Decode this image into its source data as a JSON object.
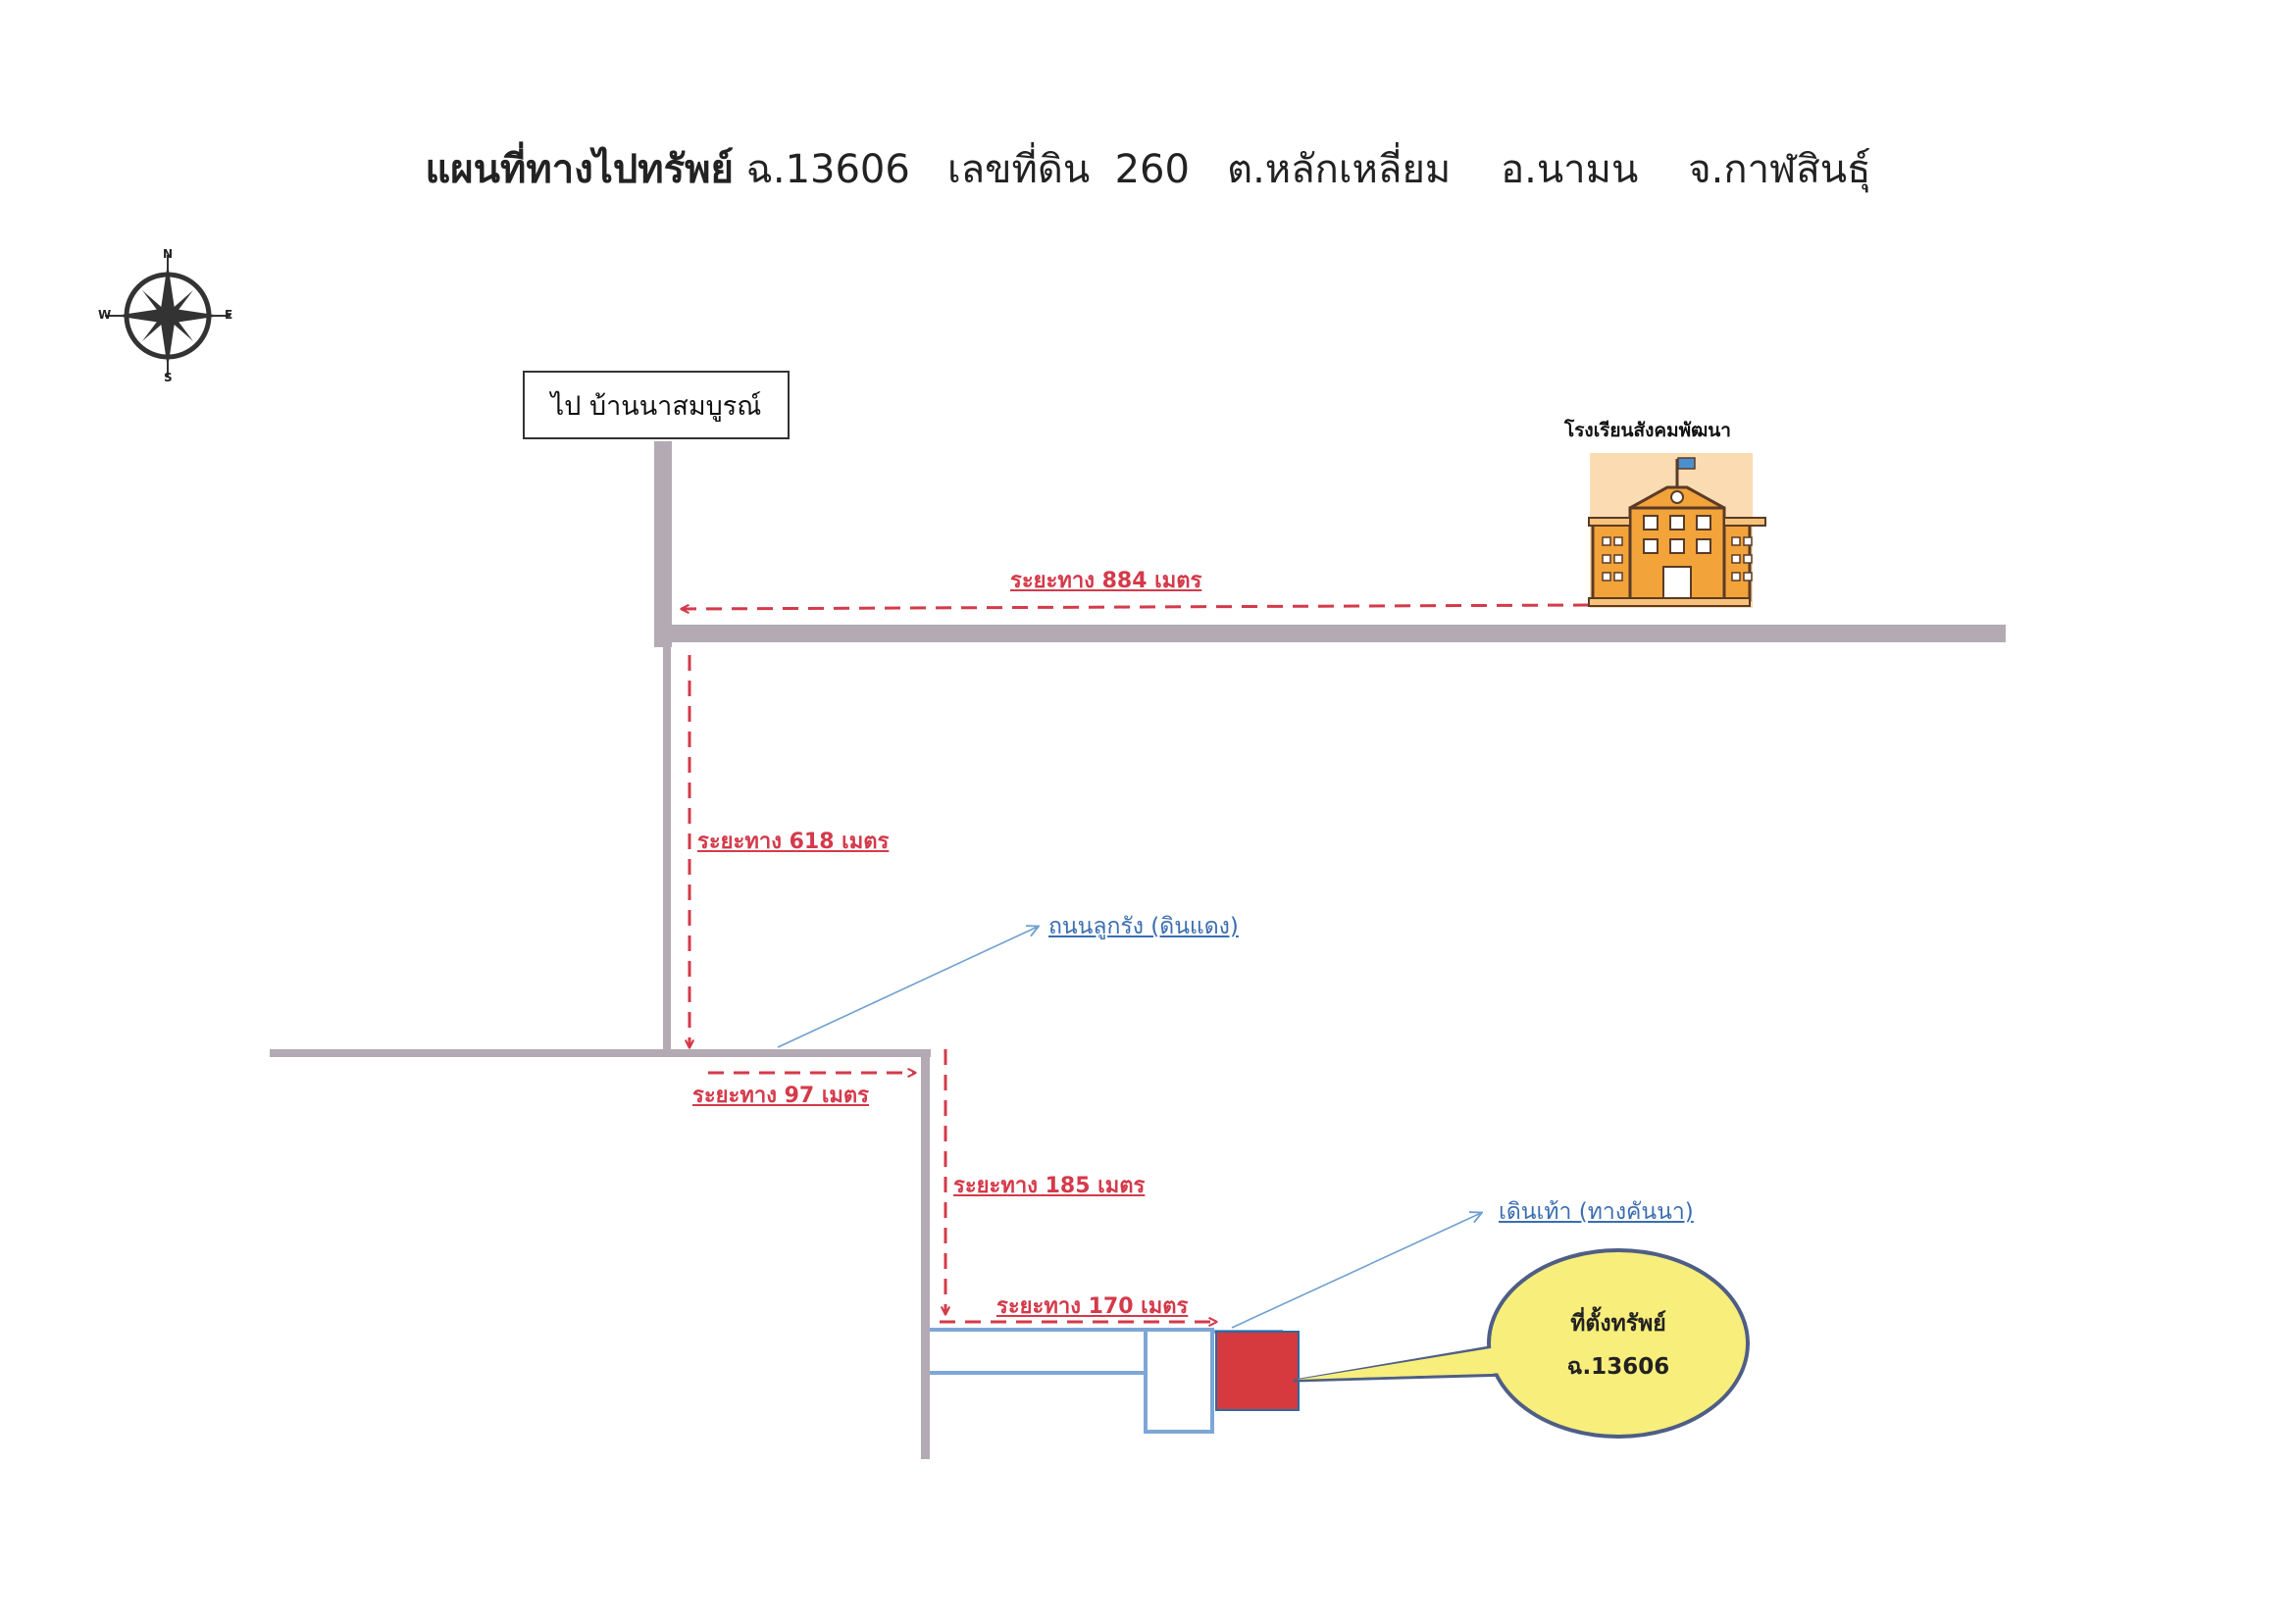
{
  "title": {
    "bold": "แผนที่ทางไปทรัพย์",
    "rest": "ฉ.13606   เลขที่ดิน  260   ต.หลักเหลี่ยม    อ.นามน    จ.กาฬสินธุ์"
  },
  "compass": {
    "n": "N",
    "s": "S",
    "e": "E",
    "w": "W"
  },
  "sign": {
    "text": "ไป บ้านนาสมบูรณ์"
  },
  "school": {
    "name": "โรงเรียนสังคมพัฒนา"
  },
  "distances": {
    "d884": "ระยะทาง 884 เมตร",
    "d618": "ระยะทาง 618 เมตร",
    "d97": "ระยะทาง 97 เมตร",
    "d185": "ระยะทาง 185 เมตร",
    "d170": "ระยะทาง 170 เมตร"
  },
  "road_labels": {
    "laterite": "ถนนลูกรัง (ดินแดง)",
    "walk": "เดินเท้า  (ทางคันนา)"
  },
  "property": {
    "line1": "ที่ตั้งทรัพย์",
    "line2": "ฉ.13606"
  },
  "colors": {
    "road": "#b3aab3",
    "dashed_route": "#d43a4a",
    "leader_line": "#6fa0d0",
    "property": "#d63a3e",
    "callout": "#f7ee7c",
    "building": "#f2a33a"
  }
}
